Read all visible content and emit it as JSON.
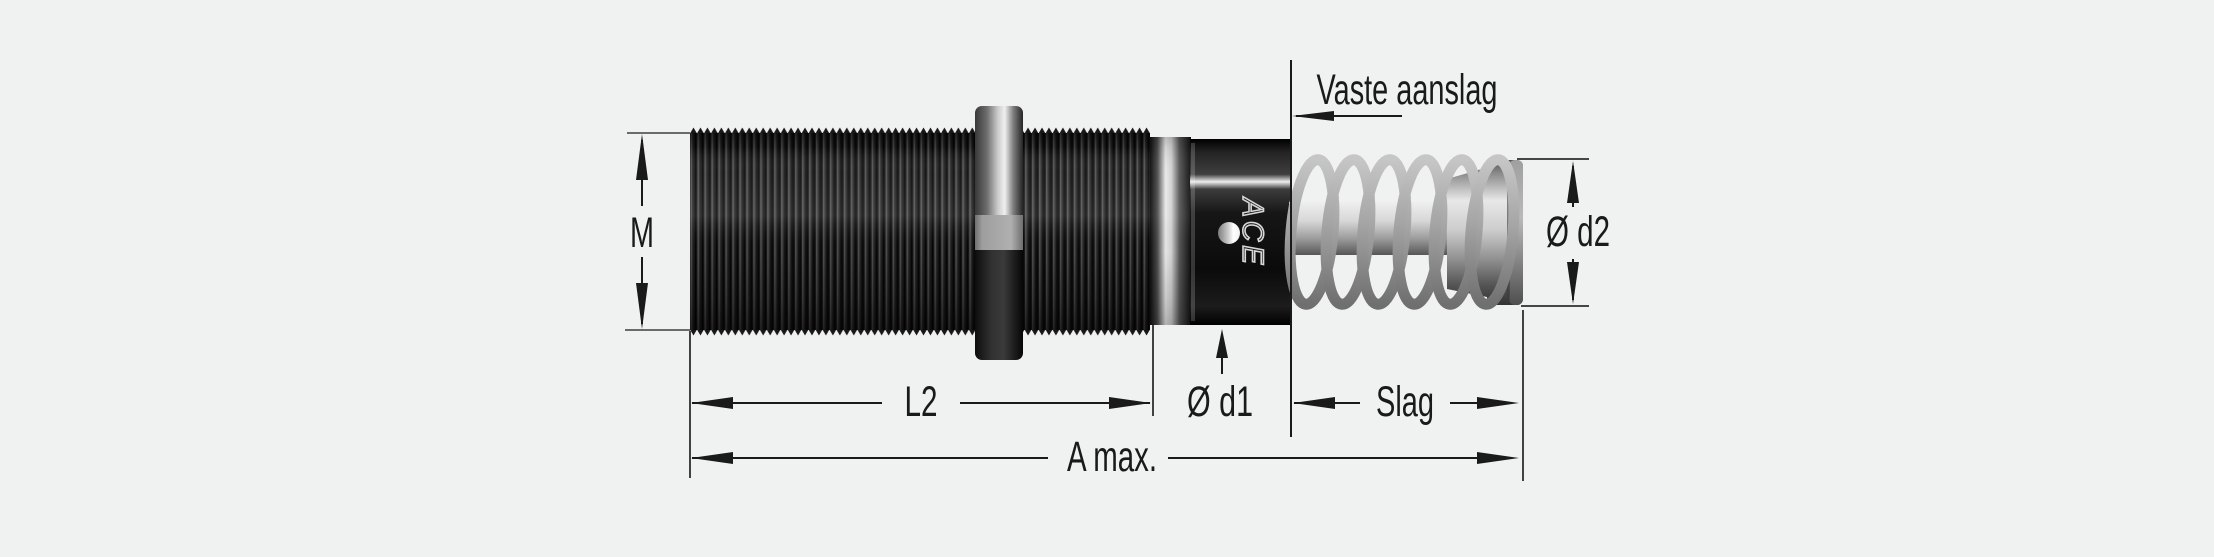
{
  "figure": {
    "title": "shock-absorber-dimension-drawing",
    "brand": "ACE",
    "labels": {
      "thread_size": "M",
      "thread_length": "L2",
      "body_diameter": "Ø d1",
      "stroke": "Slag",
      "overall_length": "A max.",
      "fixed_stop": "Vaste aanslag",
      "rod_diameter": "Ø d2"
    },
    "colors": {
      "background": "#f0f1f1",
      "line": "#1a1a1a",
      "body_dark": "#161616",
      "metal_light": "#e8e8e8",
      "spring_gray": "#a5a5a5"
    }
  }
}
